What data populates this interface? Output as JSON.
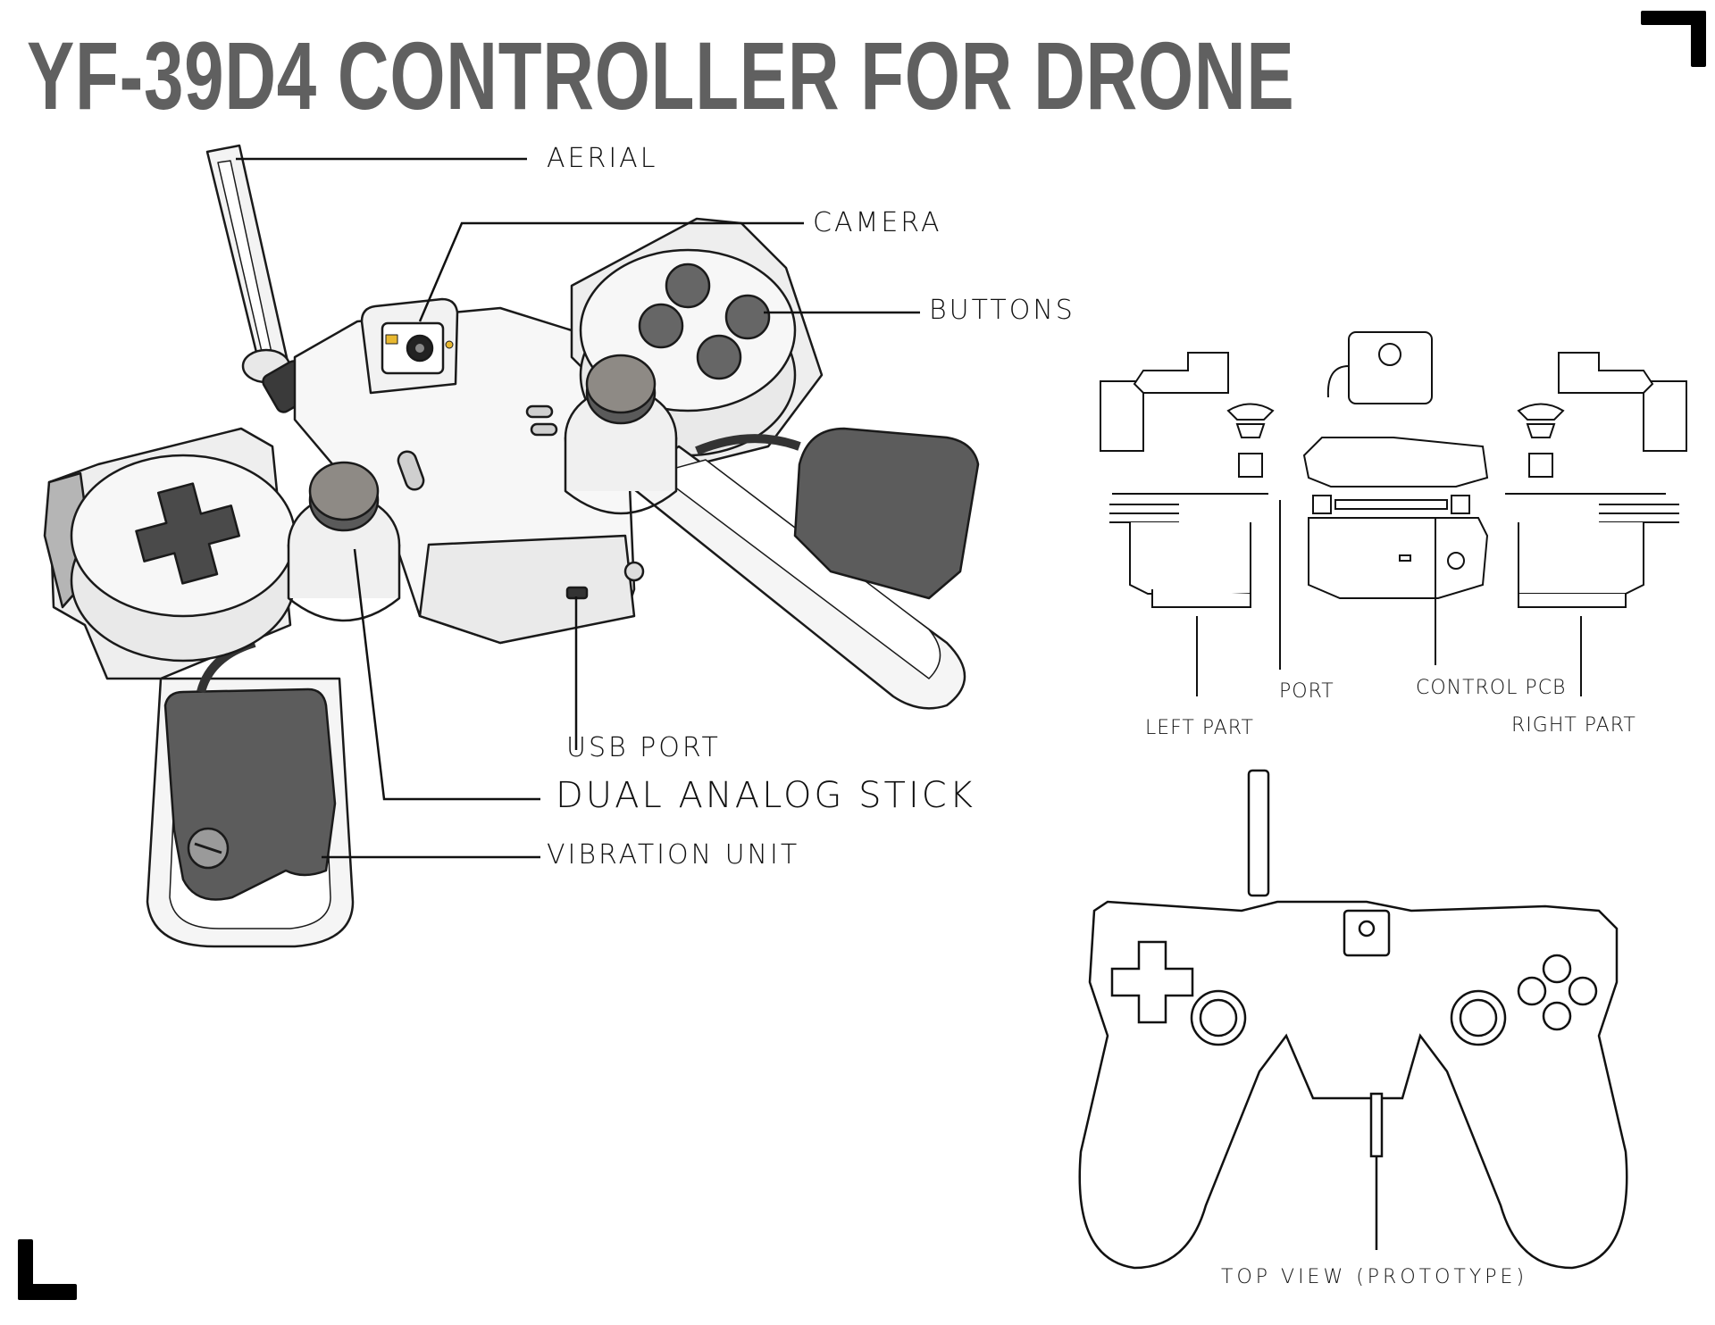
{
  "title": "YF-39D4 CONTROLLER FOR DRONE",
  "colors": {
    "title": "#606060",
    "ink": "#111111",
    "body_fill": "#f2f2f2",
    "dark_part": "#5c5c5c",
    "stick_cap": "#8e8a85",
    "corner_marks": "#000000"
  },
  "main_view": {
    "callouts": [
      {
        "id": "aerial",
        "label": "AERIAL"
      },
      {
        "id": "camera",
        "label": "CAMERA"
      },
      {
        "id": "buttons",
        "label": "BUTTONS"
      },
      {
        "id": "usb_port",
        "label": "USB PORT"
      },
      {
        "id": "dual_analog_stick",
        "label": "DUAL ANALOG STICK"
      },
      {
        "id": "vibration_unit",
        "label": "VIBRATION UNIT"
      }
    ]
  },
  "exploded_view": {
    "callouts": [
      {
        "id": "left_part",
        "label": "LEFT PART"
      },
      {
        "id": "port",
        "label": "PORT"
      },
      {
        "id": "control_pcb",
        "label": "CONTROL PCB"
      },
      {
        "id": "right_part",
        "label": "RIGHT PART"
      }
    ]
  },
  "top_view": {
    "caption": "TOP VIEW (PROTOTYPE)"
  }
}
